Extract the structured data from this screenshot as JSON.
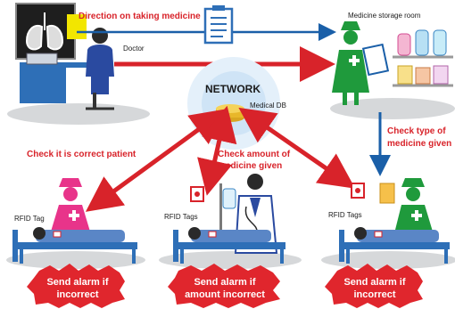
{
  "diagram": {
    "flow_labels": {
      "direction": "Direction on taking medicine",
      "check_patient": "Check it is correct patient",
      "check_amount_1": "Check amount of",
      "check_amount_2": "medicine given",
      "check_type_1": "Check type of",
      "check_type_2": "medicine given"
    },
    "nodes": {
      "doctor": "Doctor",
      "storage": "Medicine storage room",
      "network": "NETWORK",
      "db": "Medical DB"
    },
    "rfid": {
      "left": "RFID Tag",
      "center": "RFID Tags",
      "right": "RFID Tags"
    },
    "alarms": [
      {
        "line1": "Send alarm if",
        "line2": "incorrect"
      },
      {
        "line1": "Send alarm if",
        "line2": "amount incorrect"
      },
      {
        "line1": "Send alarm if",
        "line2": "incorrect"
      }
    ],
    "colors": {
      "red": "#d8232a",
      "blue": "#1a5fa8",
      "nurse_pink": "#e8348a",
      "nurse_green": "#1f9a3c",
      "doctor_blue": "#2a4aa0",
      "bed_blue": "#2e6fb7",
      "grey_floor": "#d6d8da"
    }
  }
}
